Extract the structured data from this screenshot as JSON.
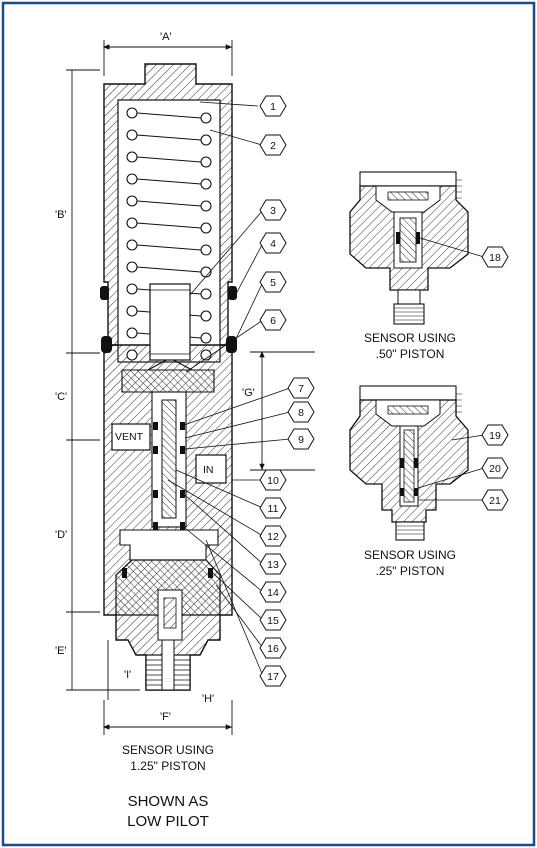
{
  "colors": {
    "frame": "#1c4a8c",
    "ink": "#111111",
    "hatch": "#333333",
    "seal": "#111111"
  },
  "dimensions": {
    "A": "'A'",
    "B": "'B'",
    "C": "'C'",
    "D": "'D'",
    "E": "'E'",
    "F": "'F'",
    "G": "'G'",
    "H": "'H'",
    "I": "'I'"
  },
  "ports": {
    "vent": "VENT",
    "in": "IN"
  },
  "callouts": [
    "1",
    "2",
    "3",
    "4",
    "5",
    "6",
    "7",
    "8",
    "9",
    "10",
    "11",
    "12",
    "13",
    "14",
    "15",
    "16",
    "17",
    "18",
    "19",
    "20",
    "21"
  ],
  "captions": {
    "main_line1": "SENSOR USING",
    "main_line2": "1.25\" PISTON",
    "shown_line1": "SHOWN AS",
    "shown_line2": "LOW PILOT",
    "top_line1": "SENSOR USING",
    "top_line2": ".50\" PISTON",
    "bottom_line1": "SENSOR USING",
    "bottom_line2": ".25\" PISTON"
  },
  "icons": [
    "hatch-pattern",
    "hexagon-callout",
    "o-ring-seal",
    "compression-spring"
  ]
}
